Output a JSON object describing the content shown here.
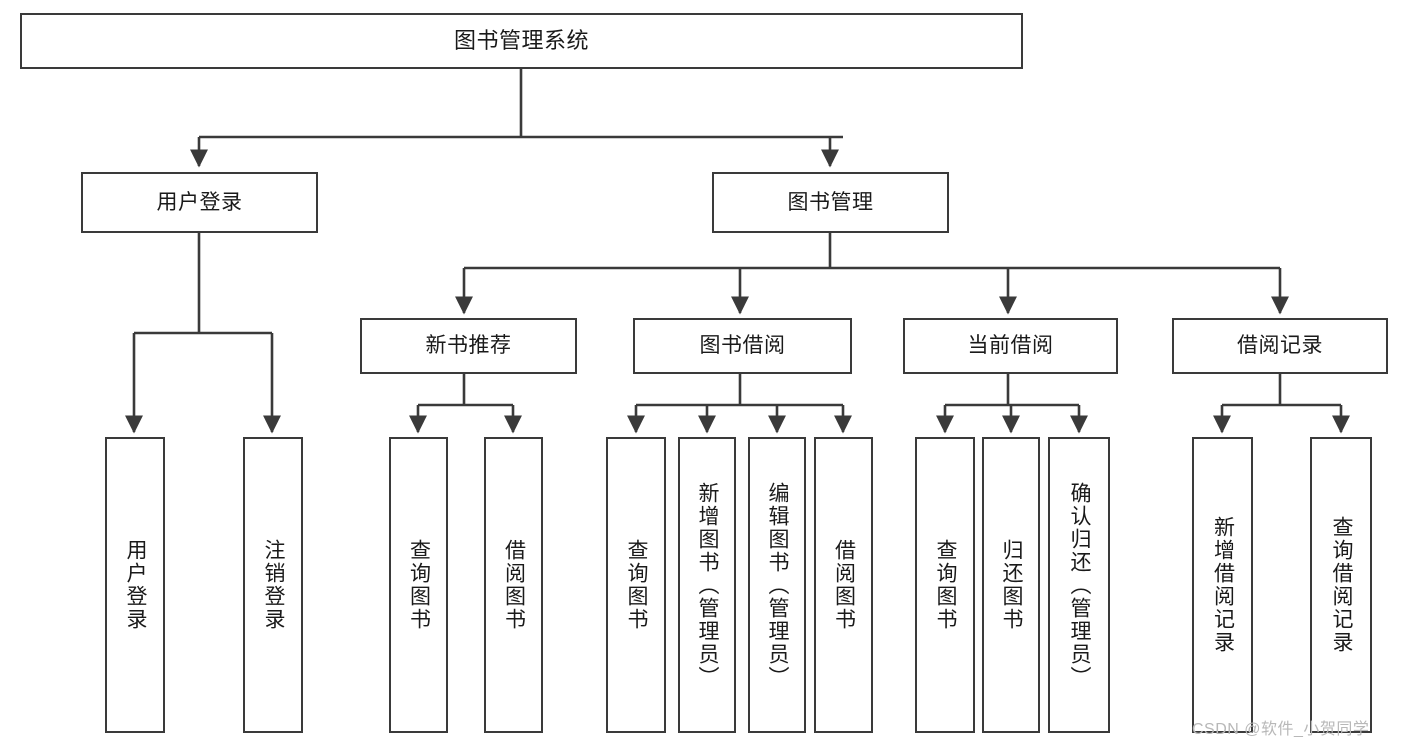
{
  "diagram": {
    "title": "图书管理系统",
    "type": "tree-hierarchy",
    "orientation": "top-down",
    "colors": {
      "box_border": "#3a3a3a",
      "box_fill": "#ffffff",
      "edge": "#3a3a3a",
      "text": "#1a1a1a",
      "background": "#ffffff",
      "watermark": "#b8b8b8"
    }
  },
  "nodes": {
    "root": {
      "label": "图书管理系统"
    },
    "level1": [
      {
        "id": "user-login",
        "label": "用户登录"
      },
      {
        "id": "book-manage",
        "label": "图书管理"
      }
    ],
    "level2": [
      {
        "id": "new-book-recommend",
        "label": "新书推荐"
      },
      {
        "id": "book-borrow",
        "label": "图书借阅"
      },
      {
        "id": "current-borrow",
        "label": "当前借阅"
      },
      {
        "id": "borrow-record",
        "label": "借阅记录"
      }
    ],
    "leaves": {
      "user_login": [
        {
          "id": "leaf-user-login",
          "label": "用户登录"
        },
        {
          "id": "leaf-logout-login",
          "label": "注销登录"
        }
      ],
      "new_book_recommend": [
        {
          "id": "leaf-query-book-1",
          "label": "查询图书"
        },
        {
          "id": "leaf-borrow-book-1",
          "label": "借阅图书"
        }
      ],
      "book_borrow": [
        {
          "id": "leaf-query-book-2",
          "label": "查询图书"
        },
        {
          "id": "leaf-add-book",
          "label": "新增图书（管理员）"
        },
        {
          "id": "leaf-edit-book",
          "label": "编辑图书（管理员）"
        },
        {
          "id": "leaf-borrow-book-2",
          "label": "借阅图书"
        }
      ],
      "current_borrow": [
        {
          "id": "leaf-query-book-3",
          "label": "查询图书"
        },
        {
          "id": "leaf-return-book",
          "label": "归还图书"
        },
        {
          "id": "leaf-confirm-return",
          "label": "确认归还（管理员）"
        }
      ],
      "borrow_record": [
        {
          "id": "leaf-add-record",
          "label": "新增借阅记录"
        },
        {
          "id": "leaf-query-record",
          "label": "查询借阅记录"
        }
      ]
    }
  },
  "watermark": {
    "text": "CSDN @软件_小贺同学"
  }
}
